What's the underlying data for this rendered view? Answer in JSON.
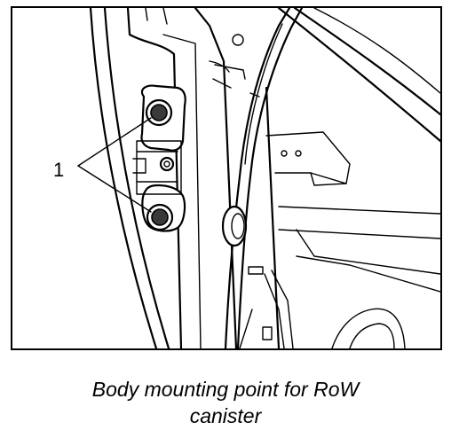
{
  "figure": {
    "callout_number": "1",
    "caption_line1": "Body mounting point for RoW",
    "caption_line2": "canister"
  },
  "colors": {
    "ink": "#000000",
    "background": "#ffffff",
    "bolt_fill": "#3a3a3a"
  }
}
